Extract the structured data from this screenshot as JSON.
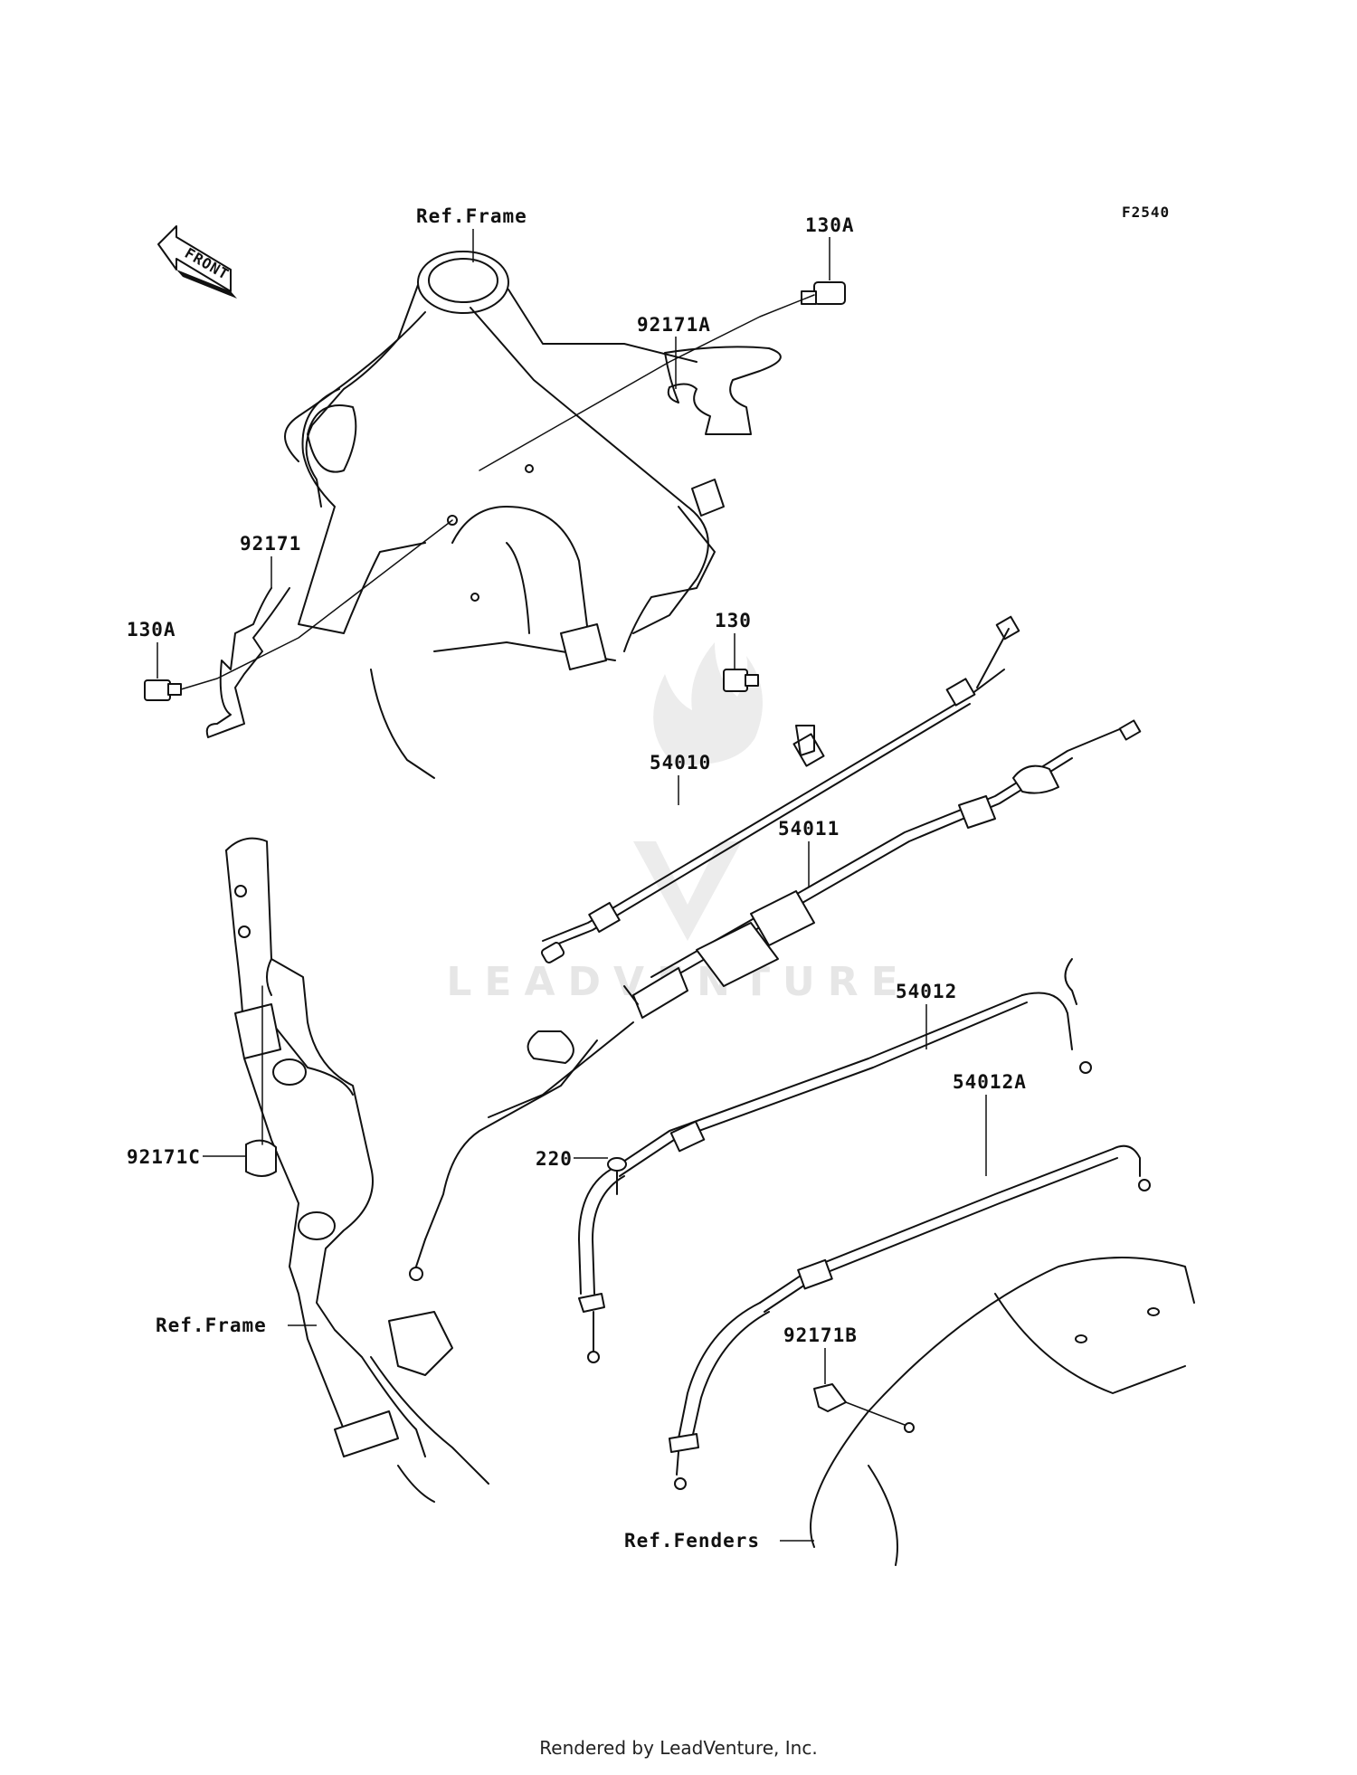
{
  "diagram_code": "F2540",
  "footer": "Rendered by LeadVenture, Inc.",
  "watermark": "LEADVENTURE",
  "front_arrow_label": "FRONT",
  "labels": {
    "ref_frame_top": "Ref.Frame",
    "p130A_top": "130A",
    "p92171A": "92171A",
    "p92171": "92171",
    "p130A_left": "130A",
    "p130": "130",
    "p54010": "54010",
    "p54011": "54011",
    "p54012": "54012",
    "p54012A": "54012A",
    "p220": "220",
    "p92171C": "92171C",
    "ref_frame_bottom": "Ref.Frame",
    "p92171B": "92171B",
    "ref_fenders": "Ref.Fenders"
  }
}
